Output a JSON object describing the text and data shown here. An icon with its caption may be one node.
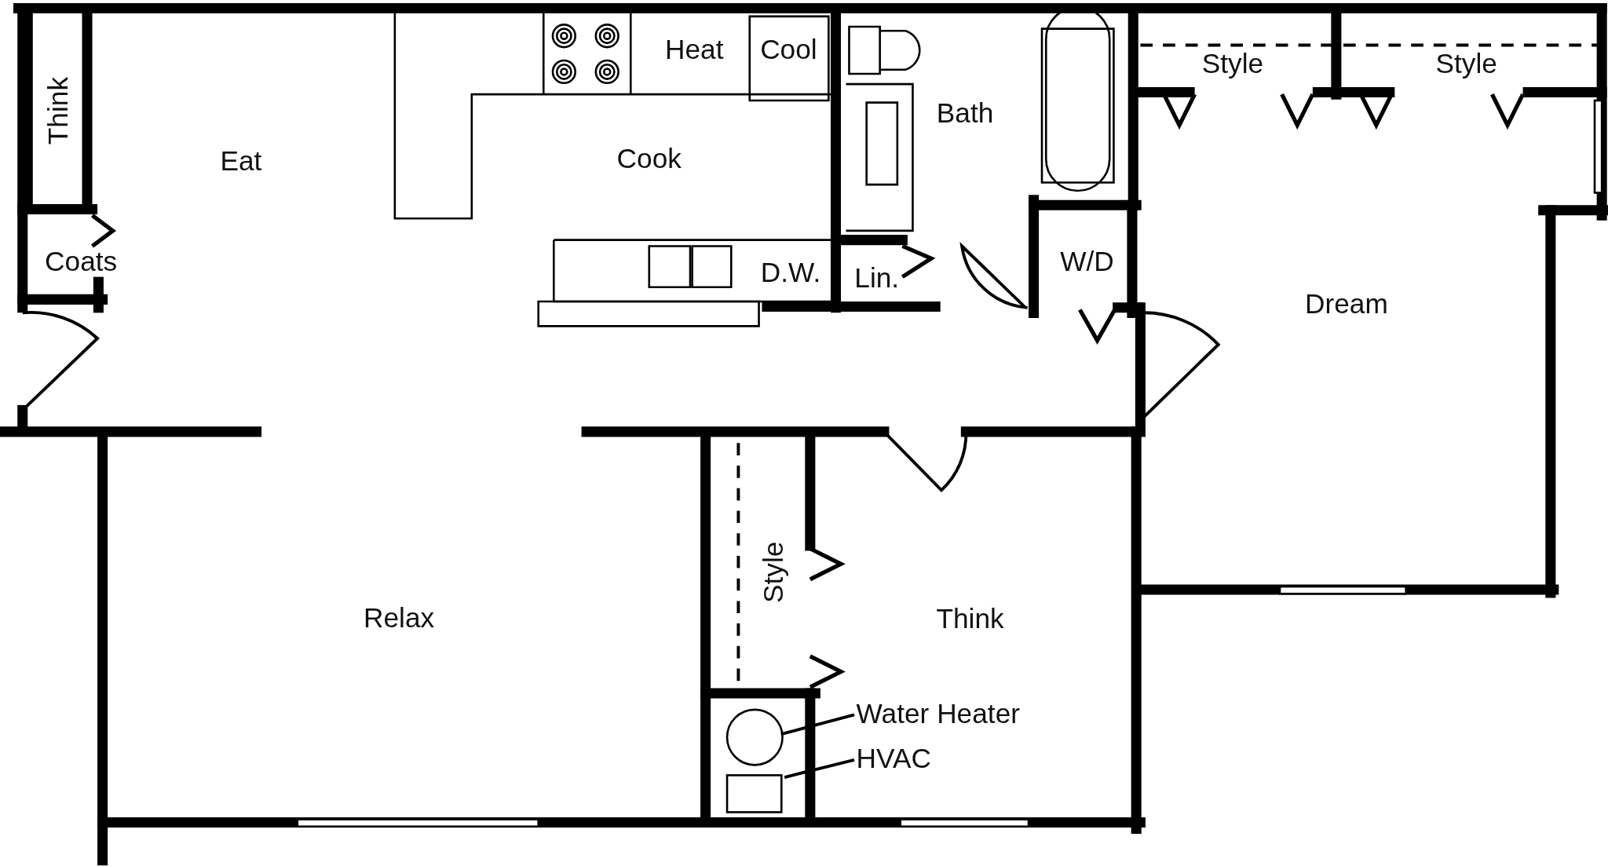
{
  "diagram": {
    "nodes": [
      {
        "text": [
          "Water Heater"
        ]
      },
      {
        "text": [],
        "shape": "circle"
      },
      {
        "text": [
          "HVAC"
        ]
      },
      {
        "text": [],
        "shape": "box"
      }
    ],
    "edges": [
      {
        "from": 0,
        "to": 1,
        "arrow": "none"
      },
      {
        "from": 2,
        "to": 3,
        "arrow": "none"
      }
    ],
    "labels": [
      "Think",
      "Eat",
      "Heat",
      "Cool",
      "Cook",
      "Bath",
      "Style",
      "Style",
      "Coats",
      "D.W.",
      "Lin.",
      "W/D",
      "Dream",
      "Style",
      "Relax",
      "Think"
    ]
  }
}
